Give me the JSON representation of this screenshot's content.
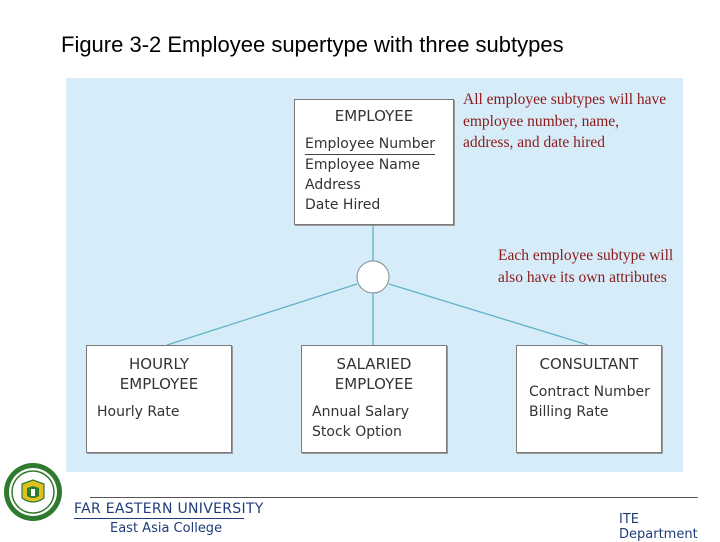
{
  "title": "Figure 3-2  Employee supertype with three subtypes",
  "supertype": {
    "name": "EMPLOYEE",
    "key_attribute": "Employee Number",
    "attributes": [
      "Employee Name",
      "Address",
      "Date Hired"
    ]
  },
  "subtypes": [
    {
      "name_line1": "HOURLY",
      "name_line2": "EMPLOYEE",
      "attributes": [
        "Hourly Rate"
      ]
    },
    {
      "name_line1": "SALARIED",
      "name_line2": "EMPLOYEE",
      "attributes": [
        "Annual Salary",
        "Stock Option"
      ]
    },
    {
      "name_line1": "CONSULTANT",
      "attributes": [
        "Contract Number",
        "Billing Rate"
      ]
    }
  ],
  "notes": {
    "supertype_note": "All employee subtypes will have employee number, name, address, and date hired",
    "subtype_note": "Each employee subtype will also have its own attributes"
  },
  "footer": {
    "university": "FAR EASTERN UNIVERSITY",
    "college": "East Asia College",
    "department": "ITE Department"
  },
  "colors": {
    "panel": "#d7ecf9",
    "connector": "#5fb3c4",
    "note_text": "#8b1a1a",
    "footer_text": "#1f3d7a",
    "logo_green": "#2f7a2f",
    "logo_gold": "#e0c020"
  }
}
